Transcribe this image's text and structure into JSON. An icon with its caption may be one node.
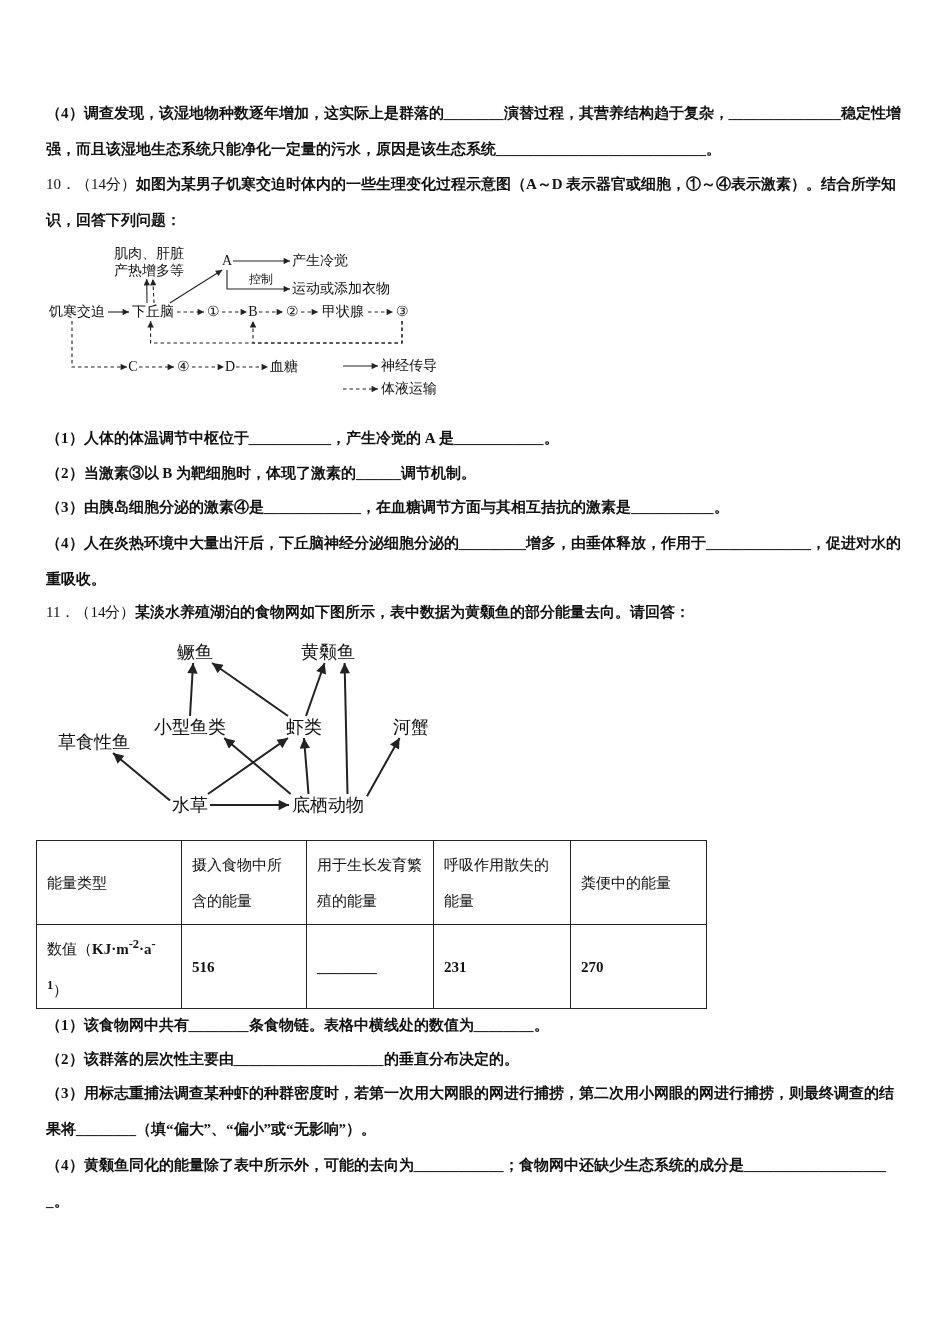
{
  "diagram": {
    "nodes": [
      {
        "text": [
          "肌肉、肝脏产热增多等"
        ]
      },
      {
        "text": [
          "A"
        ]
      },
      {
        "text": [
          "产生冷觉"
        ]
      },
      {
        "text": [
          "运动或添加衣物"
        ]
      },
      {
        "text": [
          "饥寒交迫"
        ]
      },
      {
        "text": [
          "下丘脑"
        ]
      },
      {
        "text": [
          "①"
        ]
      },
      {
        "text": [
          "B"
        ]
      },
      {
        "text": [
          "②"
        ]
      },
      {
        "text": [
          "甲状腺"
        ]
      },
      {
        "text": [
          "③"
        ]
      },
      {
        "text": [
          "C"
        ]
      },
      {
        "text": [
          "④"
        ]
      },
      {
        "text": [
          "D"
        ]
      },
      {
        "text": [
          "血糖"
        ]
      },
      {
        "text": [
          "鳜鱼"
        ]
      },
      {
        "text": [
          "黄颡鱼"
        ]
      },
      {
        "text": [
          "小型鱼类"
        ]
      },
      {
        "text": [
          "虾类"
        ]
      },
      {
        "text": [
          "河蟹"
        ]
      },
      {
        "text": [
          "草食性鱼"
        ]
      },
      {
        "text": [
          "水草"
        ]
      },
      {
        "text": [
          "底栖动物"
        ]
      }
    ],
    "edges": [
      {
        "from": 4,
        "to": 5,
        "arrow": "to"
      },
      {
        "from": 5,
        "to": 0,
        "arrow": "to"
      },
      {
        "from": 5,
        "to": 0,
        "arrow": "to",
        "style": "dashed"
      },
      {
        "from": 5,
        "to": 1,
        "arrow": "to"
      },
      {
        "from": 1,
        "to": 2,
        "arrow": "to"
      },
      {
        "from": 1,
        "to": 3,
        "arrow": "to",
        "label": "控制"
      },
      {
        "from": 5,
        "to": 6,
        "arrow": "to",
        "style": "dashed"
      },
      {
        "from": 6,
        "to": 7,
        "arrow": "to",
        "style": "dashed"
      },
      {
        "from": 7,
        "to": 8,
        "arrow": "to",
        "style": "dashed"
      },
      {
        "from": 8,
        "to": 9,
        "arrow": "to",
        "style": "dashed"
      },
      {
        "from": 9,
        "to": 10,
        "arrow": "to",
        "style": "dashed"
      },
      {
        "from": 10,
        "to": 5,
        "arrow": "to",
        "style": "dashed"
      },
      {
        "from": 10,
        "to": 7,
        "arrow": "to",
        "style": "dashed"
      },
      {
        "from": 4,
        "to": 11,
        "arrow": "to",
        "style": "dashed"
      },
      {
        "from": 11,
        "to": 12,
        "arrow": "to",
        "style": "dashed"
      },
      {
        "from": 12,
        "to": 13,
        "arrow": "to",
        "style": "dashed"
      },
      {
        "from": 13,
        "to": 14,
        "arrow": "to",
        "style": "dashed"
      },
      {
        "from": 21,
        "to": 20,
        "arrow": "to"
      },
      {
        "from": 21,
        "to": 18,
        "arrow": "to"
      },
      {
        "from": 21,
        "to": 22,
        "arrow": "to"
      },
      {
        "from": 22,
        "to": 17,
        "arrow": "to"
      },
      {
        "from": 22,
        "to": 18,
        "arrow": "to"
      },
      {
        "from": 22,
        "to": 16,
        "arrow": "to"
      },
      {
        "from": 22,
        "to": 19,
        "arrow": "to"
      },
      {
        "from": 17,
        "to": 15,
        "arrow": "to"
      },
      {
        "from": 18,
        "to": 15,
        "arrow": "to"
      },
      {
        "from": 18,
        "to": 16,
        "arrow": "to"
      }
    ],
    "labels": [
      "（4）调查发现，该湿地物种数逐年增加，这实际上是群落的________演替过程，其营养结构趋于复杂，_______________稳定性增强，而且该湿地生态系统只能净化一定量的污水，原因是该生态系统____________________________。",
      "10．（14分）**如图为某男子饥寒交迫时体内的一些生理变化过程示意图（A～D 表示器官或细胞，①～④表示激素）。结合所学知识，回答下列问题：**",
      "（1）人体的体温调节中枢位于___________，产生冷觉的 A 是____________。",
      "（2）当激素③以 B 为靶细胞时，体现了激素的______调节机制。",
      "（3）由胰岛细胞分泌的激素④是_____________，在血糖调节方面与其相互拮抗的激素是___________。",
      "（4）人在炎热环境中大量出汗后，下丘脑神经分泌细胞分泌的_________增多，由垂体释放，作用于______________，促进对水的重吸收。",
      "11．（14分）**某淡水养殖湖泊的食物网如下图所示，表中数据为黄颡鱼的部分能量去向。请回答：**",
      "能量类型",
      "摄入食物中所含的能量",
      "用于生长发育繁殖的能量",
      "呼吸作用散失的能量",
      "粪便中的能量",
      "数值（**KJ·m$^{-2}$·a$^{-1}$**）",
      "516",
      "________",
      "231",
      "270",
      "（1）该食物网中共有________条食物链。表格中横线处的数值为________。",
      "（2）该群落的层次性主要由____________________的垂直分布决定的。",
      "（3）用标志重捕法调查某种虾的种群密度时，若第一次用大网眼的网进行捕捞，第二次用小网眼的网进行捕捞，则最终调查的结果将________（填“偏大”、“偏小”或“无影响”）。",
      "（4）黄颡鱼同化的能量除了表中所示外，可能的去向为____________；食物网中还缺少生态系统的成分是____________________。"
    ],
    "legend": [
      {
        "text": "神经传导"
      },
      {
        "text": "体液运输"
      }
    ]
  }
}
